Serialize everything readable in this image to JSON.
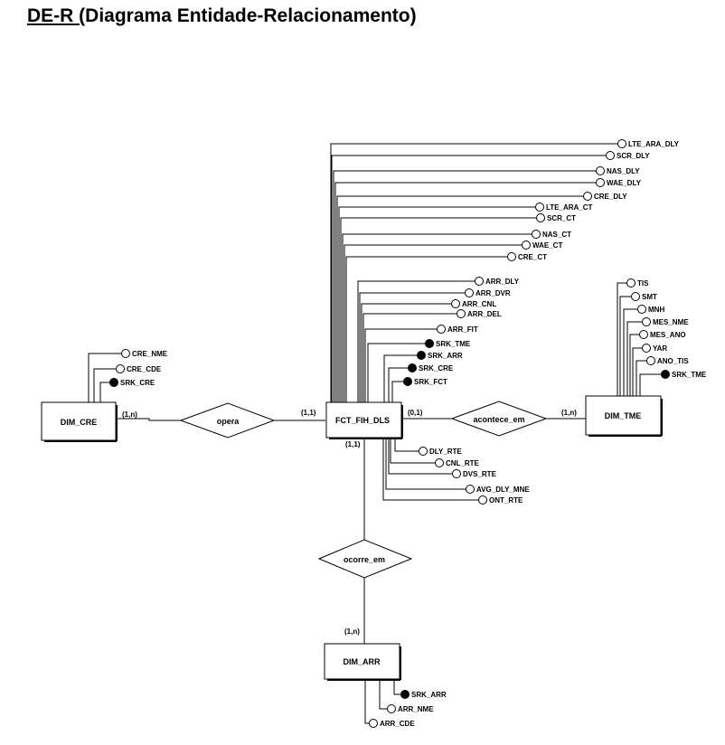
{
  "title": {
    "underlined": "DE-R (",
    "rest": "Diagrama Entidade-Relacionamento)"
  },
  "entities": {
    "fct": "FCT_FIH_DLS",
    "cre": "DIM_CRE",
    "tme": "DIM_TME",
    "arr": "DIM_ARR"
  },
  "relationships": {
    "opera": "opera",
    "acontece_em": "acontece_em",
    "ocorre_em": "ocorre_em"
  },
  "cardinalities": {
    "opera_cre": "(1,n)",
    "opera_fct": "(1,1)",
    "acontece_fct": "(0,1)",
    "acontece_tme": "(1,n)",
    "ocorre_fct": "(1,1)",
    "ocorre_arr": "(1,n)"
  },
  "attributes": {
    "fct_upper": [
      {
        "name": "LTE_ARA_DLY",
        "key": false
      },
      {
        "name": "SCR_DLY",
        "key": false
      },
      {
        "name": "NAS_DLY",
        "key": false
      },
      {
        "name": "WAE_DLY",
        "key": false
      },
      {
        "name": "CRE_DLY",
        "key": false
      },
      {
        "name": "LTE_ARA_CT",
        "key": false
      },
      {
        "name": "SCR_CT",
        "key": false
      },
      {
        "name": "NAS_CT",
        "key": false
      },
      {
        "name": "WAE_CT",
        "key": false
      },
      {
        "name": "CRE_CT",
        "key": false
      },
      {
        "name": "ARR_DLY",
        "key": false
      },
      {
        "name": "ARR_DVR",
        "key": false
      },
      {
        "name": "ARR_CNL",
        "key": false
      },
      {
        "name": "ARR_DEL",
        "key": false
      },
      {
        "name": "ARR_FIT",
        "key": false
      },
      {
        "name": "SRK_TME",
        "key": true
      },
      {
        "name": "SRK_ARR",
        "key": true
      },
      {
        "name": "SRK_CRE",
        "key": true
      },
      {
        "name": "SRK_FCT",
        "key": true
      }
    ],
    "fct_lower": [
      {
        "name": "DLY_RTE",
        "key": false
      },
      {
        "name": "CNL_RTE",
        "key": false
      },
      {
        "name": "DVS_RTE",
        "key": false
      },
      {
        "name": "AVG_DLY_MNE",
        "key": false
      },
      {
        "name": "ONT_RTE",
        "key": false
      }
    ],
    "cre": [
      {
        "name": "CRE_NME",
        "key": false
      },
      {
        "name": "CRE_CDE",
        "key": false
      },
      {
        "name": "SRK_CRE",
        "key": true
      }
    ],
    "tme": [
      {
        "name": "TIS",
        "key": false
      },
      {
        "name": "SMT",
        "key": false
      },
      {
        "name": "MNH",
        "key": false
      },
      {
        "name": "MES_NME",
        "key": false
      },
      {
        "name": "MES_ANO",
        "key": false
      },
      {
        "name": "YAR",
        "key": false
      },
      {
        "name": "ANO_TIS",
        "key": false
      },
      {
        "name": "SRK_TME",
        "key": true
      }
    ],
    "arr": [
      {
        "name": "SRK_ARR",
        "key": true
      },
      {
        "name": "ARR_NME",
        "key": false
      },
      {
        "name": "ARR_CDE",
        "key": false
      }
    ]
  }
}
